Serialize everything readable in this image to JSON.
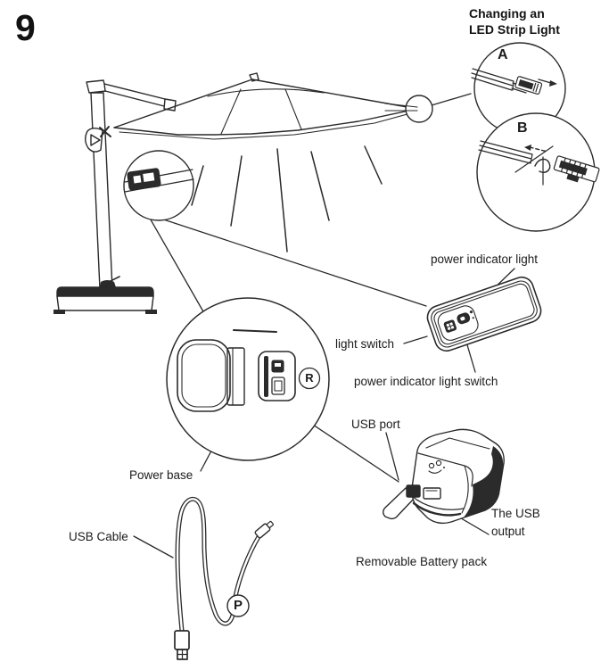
{
  "page": {
    "step_number": "9"
  },
  "title": {
    "line1": "Changing an",
    "line2": "LED Strip Light"
  },
  "details": {
    "detail_a_label": "A",
    "detail_b_label": "B"
  },
  "parts": {
    "part_r_label": "R",
    "part_p_label": "P"
  },
  "callouts": {
    "power_indicator_light": "power indicator light",
    "light_switch": "light switch",
    "power_indicator_light_switch": "power indicator light switch",
    "usb_port": "USB port",
    "usb_output_line1": "The USB",
    "usb_output_line2": "output",
    "removable_battery_pack": "Removable Battery pack",
    "power_base": "Power base",
    "usb_cable": "USB Cable"
  },
  "colors": {
    "line": "#2a2a2a",
    "dark_fill": "#2b2b2b",
    "background": "#ffffff"
  }
}
